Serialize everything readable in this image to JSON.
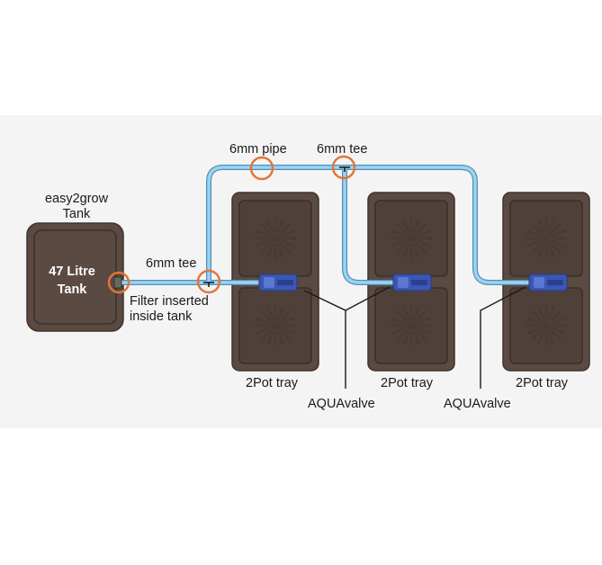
{
  "labels": {
    "tank_title_line1": "easy2grow",
    "tank_title_line2": "Tank",
    "tank_capacity_line1": "47 Litre",
    "tank_capacity_line2": "Tank",
    "tee_left": "6mm tee",
    "pipe": "6mm pipe",
    "tee_top": "6mm tee",
    "filter_line1": "Filter inserted",
    "filter_line2": "inside tank",
    "tray1": "2Pot tray",
    "tray2": "2Pot tray",
    "tray3": "2Pot tray",
    "valve_left": "AQUAvalve",
    "valve_right": "AQUAvalve"
  },
  "colors": {
    "band": "#f4f4f4",
    "tray": "#5a4a42",
    "tray_dark": "#3f332d",
    "pipe": "#7ec3e8",
    "pipe_edge": "#4d8fb8",
    "callout": "#e0763a",
    "valve": "#3c56b4",
    "line": "#1a1a1a"
  }
}
